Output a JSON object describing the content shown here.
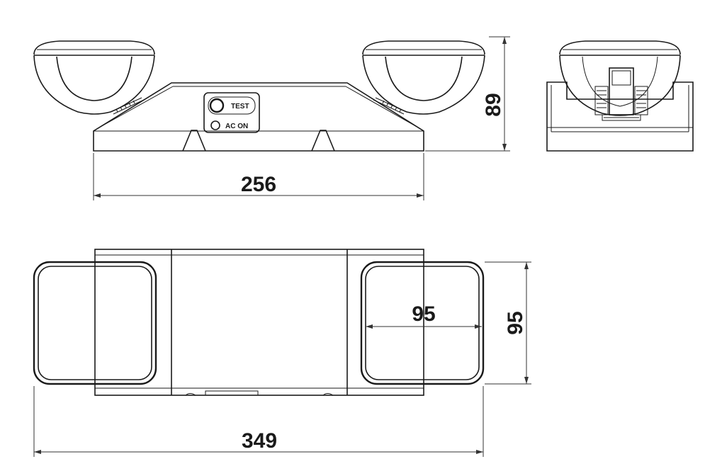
{
  "front_view": {
    "panel_labels": {
      "test": "TEST",
      "ac_on": "AC ON"
    },
    "width_dim": "256",
    "height_dim": "89"
  },
  "top_view": {
    "width_dim": "349",
    "head_width_dim": "95",
    "head_depth_dim": "95"
  },
  "colors": {
    "line": "#1a1a1a",
    "background": "#ffffff"
  }
}
